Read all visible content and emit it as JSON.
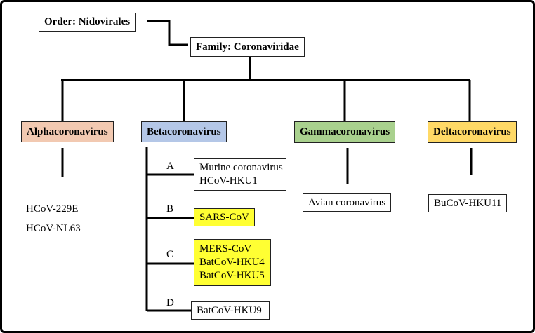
{
  "order": "Order: Nidovirales",
  "family": "Family: Coronaviridae",
  "genera": {
    "alpha": {
      "name": "Alphacoronavirus",
      "color": "#f2c9b1"
    },
    "beta": {
      "name": "Betacoronavirus",
      "color": "#b4c7e7"
    },
    "gamma": {
      "name": "Gammacoronavirus",
      "color": "#a9d18e"
    },
    "delta": {
      "name": "Deltacoronavirus",
      "color": "#ffd966"
    }
  },
  "alpha_members": [
    "HCoV-229E",
    "HCoV-NL63"
  ],
  "beta_lineages": [
    {
      "label": "A",
      "members": [
        "Murine coronavirus",
        "HCoV-HKU1"
      ],
      "highlight": false
    },
    {
      "label": "B",
      "members": [
        "SARS-CoV"
      ],
      "highlight": true
    },
    {
      "label": "C",
      "members": [
        "MERS-CoV",
        "BatCoV-HKU4",
        "BatCoV-HKU5"
      ],
      "highlight": true
    },
    {
      "label": "D",
      "members": [
        "BatCoV-HKU9"
      ],
      "highlight": false
    }
  ],
  "gamma_members": [
    "Avian coronavirus"
  ],
  "delta_members": [
    "BuCoV-HKU11"
  ],
  "highlight_color": "#ffff33"
}
